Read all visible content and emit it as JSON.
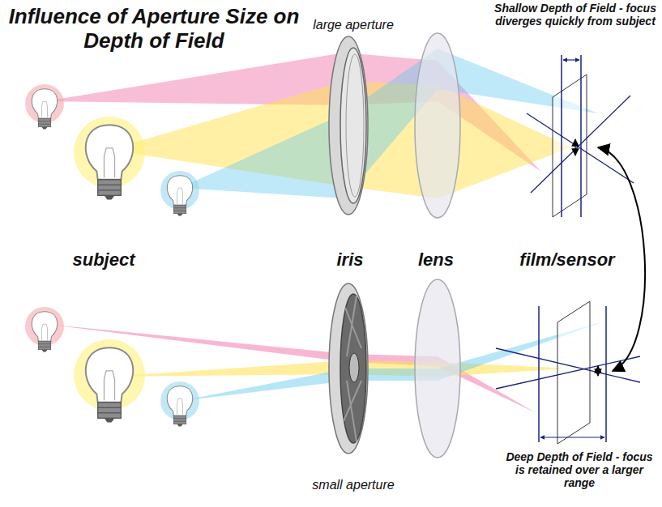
{
  "diagram": {
    "title": "Influence of Aperture Size on Depth of Field",
    "labels": [
      "large aperture",
      "Shallow Depth of Field - focus diverges quickly from subject",
      "subject",
      "iris",
      "lens",
      "film/sensor",
      "small aperture",
      "Deep Depth of Field - focus is retained over a larger range"
    ]
  }
}
